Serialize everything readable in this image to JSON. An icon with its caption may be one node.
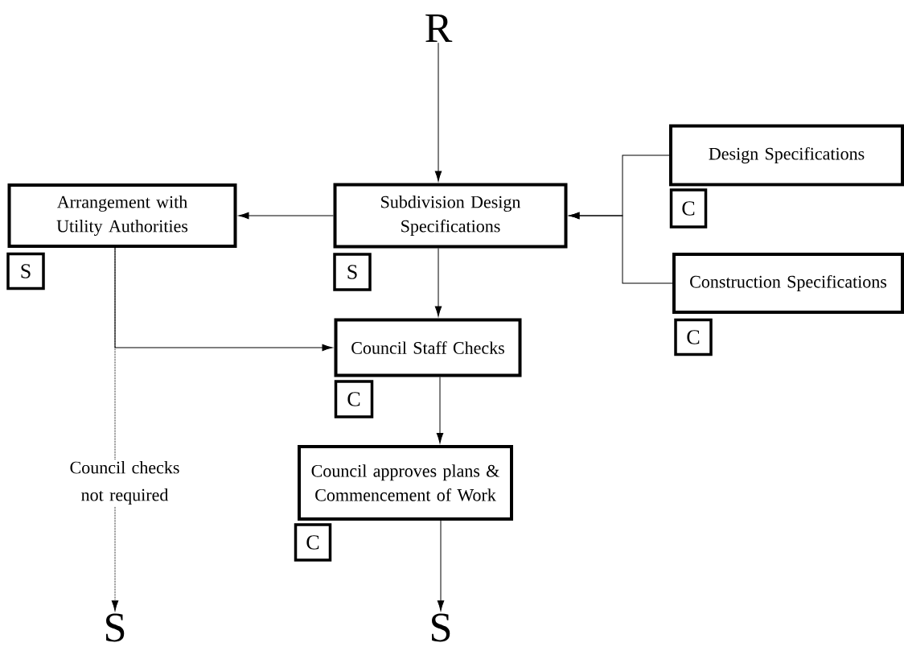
{
  "diagram": {
    "nodes": [
      {
        "text": [
          "R"
        ]
      },
      {
        "text": [
          "Subdivision Design Specifications"
        ]
      },
      {
        "text": [
          "Design Specifications"
        ]
      },
      {
        "text": [
          "Construction Specifications"
        ]
      },
      {
        "text": [
          "Arrangement with Utility Authorities"
        ]
      },
      {
        "text": [
          "Council Staff Checks"
        ]
      },
      {
        "text": [
          "Council approves plans & Commencement of Work"
        ]
      },
      {
        "text": [
          "S"
        ]
      },
      {
        "text": [
          "S"
        ]
      },
      {
        "text": [
          "S"
        ]
      },
      {
        "text": [
          "S"
        ]
      },
      {
        "text": [
          "C"
        ]
      },
      {
        "text": [
          "C"
        ]
      },
      {
        "text": [
          "C"
        ]
      },
      {
        "text": [
          "C"
        ]
      }
    ],
    "edges": [
      {
        "from": 0,
        "to": 1,
        "arrow": "to"
      },
      {
        "from": 1,
        "to": 4,
        "arrow": "to"
      },
      {
        "from": 2,
        "to": 1,
        "arrow": "to"
      },
      {
        "from": 3,
        "to": 1,
        "arrow": "to"
      },
      {
        "from": 1,
        "to": 5,
        "arrow": "to"
      },
      {
        "from": 4,
        "to": 5,
        "arrow": "to"
      },
      {
        "from": 4,
        "to": 7,
        "arrow": "to",
        "style": "dashed",
        "label": "Council checks not required"
      },
      {
        "from": 5,
        "to": 6,
        "arrow": "to"
      },
      {
        "from": 6,
        "to": 8,
        "arrow": "to"
      }
    ]
  }
}
